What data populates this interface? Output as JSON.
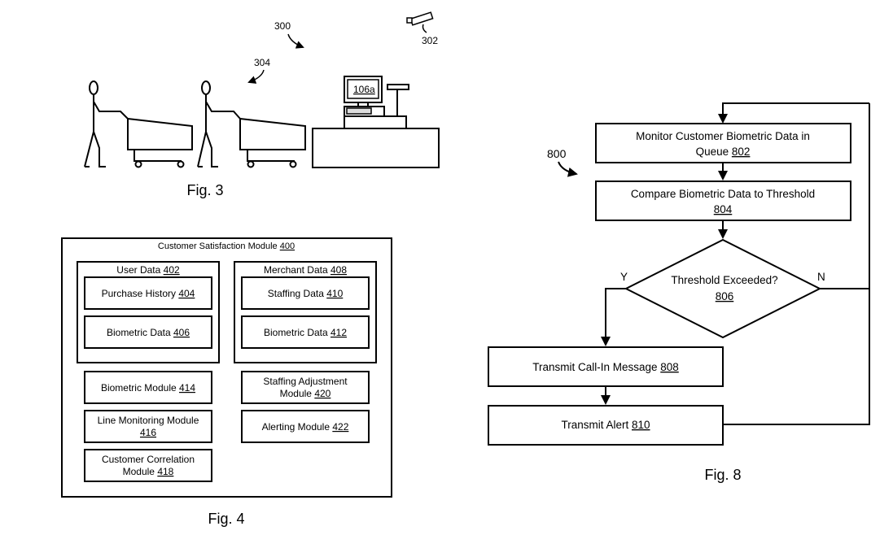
{
  "fig3": {
    "caption": "Fig. 3",
    "ref_scene": "300",
    "ref_camera": "302",
    "ref_queue": "304",
    "terminal_label": "106a"
  },
  "fig4": {
    "caption": "Fig. 4",
    "outer": {
      "label": "Customer Satisfaction Module ",
      "ref": "400"
    },
    "user_data": {
      "label": "User Data ",
      "ref": "402",
      "items": [
        {
          "label": "Purchase History ",
          "ref": "404"
        },
        {
          "label": "Biometric Data ",
          "ref": "406"
        }
      ]
    },
    "merchant_data": {
      "label": "Merchant Data ",
      "ref": "408",
      "items": [
        {
          "label": "Staffing Data ",
          "ref": "410"
        },
        {
          "label": "Biometric Data ",
          "ref": "412"
        }
      ]
    },
    "left_modules": [
      {
        "line1": "Biometric Module ",
        "ref": "414"
      },
      {
        "line1": "Line Monitoring Module",
        "ref": "416"
      },
      {
        "line1": "Customer Correlation",
        "line2": "Module ",
        "ref": "418"
      }
    ],
    "right_modules": [
      {
        "line1": "Staffing Adjustment",
        "line2": "Module ",
        "ref": "420"
      },
      {
        "line1": "Alerting Module ",
        "ref": "422"
      }
    ]
  },
  "fig8": {
    "caption": "Fig. 8",
    "ref_flow": "800",
    "steps": {
      "s802": {
        "line1": "Monitor Customer Biometric Data in",
        "line2": "Queue ",
        "ref": "802"
      },
      "s804": {
        "line1": "Compare Biometric Data to Threshold",
        "ref": "804"
      },
      "s806": {
        "line1": "Threshold Exceeded?",
        "ref": "806"
      },
      "s808": {
        "line1": "Transmit Call-In Message ",
        "ref": "808"
      },
      "s810": {
        "line1": "Transmit Alert ",
        "ref": "810"
      }
    },
    "yes_label": "Y",
    "no_label": "N"
  }
}
